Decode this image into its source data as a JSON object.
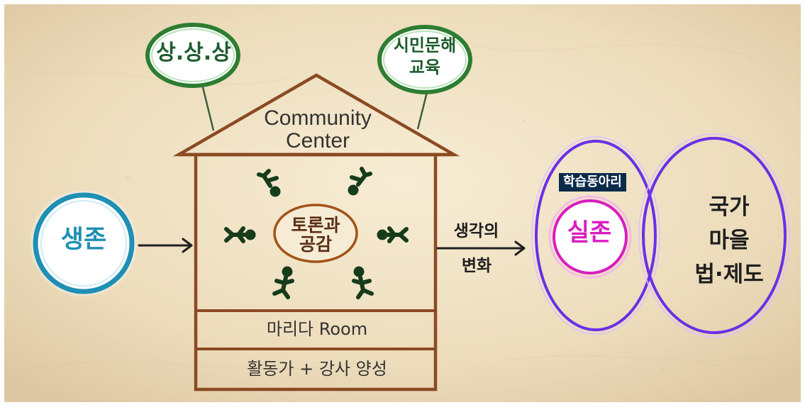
{
  "bubbles": {
    "top_left": "상.상.상",
    "top_right_line1": "시민문해",
    "top_right_line2": "교육"
  },
  "house": {
    "title_line1": "Community",
    "title_line2": "Center",
    "center_line1": "토론과",
    "center_line2": "공감",
    "room1": "마리다 Room",
    "room2": "활동가 + 강사 양성"
  },
  "left": {
    "label": "생존"
  },
  "arrow": {
    "line1": "생각의",
    "line2": "변화"
  },
  "venn": {
    "badge": "학습동아리",
    "left_label": "실존",
    "right_line1": "국가",
    "right_line2": "마을",
    "right_line3": "법·제도"
  },
  "colors": {
    "background": "#efe2c6",
    "green_bubble": "#2e7d32",
    "house_brown": "#8b4a22",
    "blue_circle": "#1f8fb4",
    "venn_purple": "#6b2fe8",
    "magenta": "#d91ec0",
    "badge_bg": "#0b2b4b"
  }
}
